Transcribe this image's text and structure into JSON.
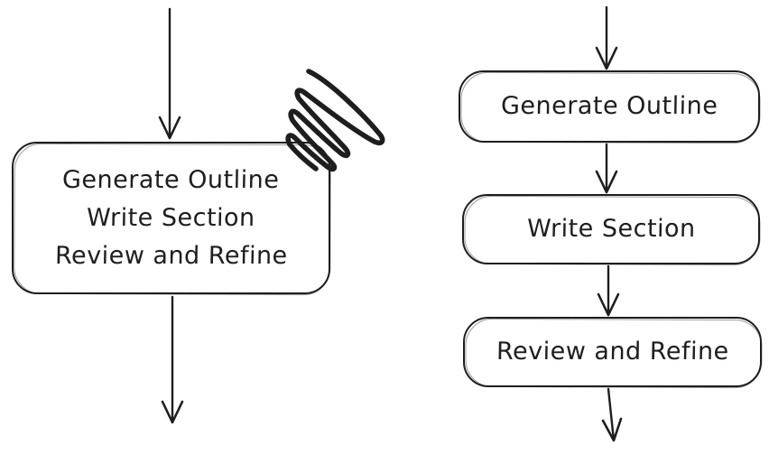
{
  "diagram": {
    "background": "#ffffff",
    "stroke_color": "#1e1e1e",
    "left_flow": {
      "combined_box_lines": [
        "Generate Outline",
        "Write Section",
        "Review and Refine"
      ],
      "scribble_icon": "scribble-strikethrough-mark",
      "arrows": [
        "down-arrow-into-combined-box",
        "down-arrow-out-of-combined-box"
      ]
    },
    "right_flow": {
      "boxes": [
        "Generate Outline",
        "Write Section",
        "Review and Refine"
      ],
      "arrows": [
        "down-arrow-into-generate-outline",
        "down-arrow-generate-outline-to-write-section",
        "down-arrow-write-section-to-review-and-refine",
        "down-arrow-out-of-review-and-refine"
      ]
    }
  }
}
